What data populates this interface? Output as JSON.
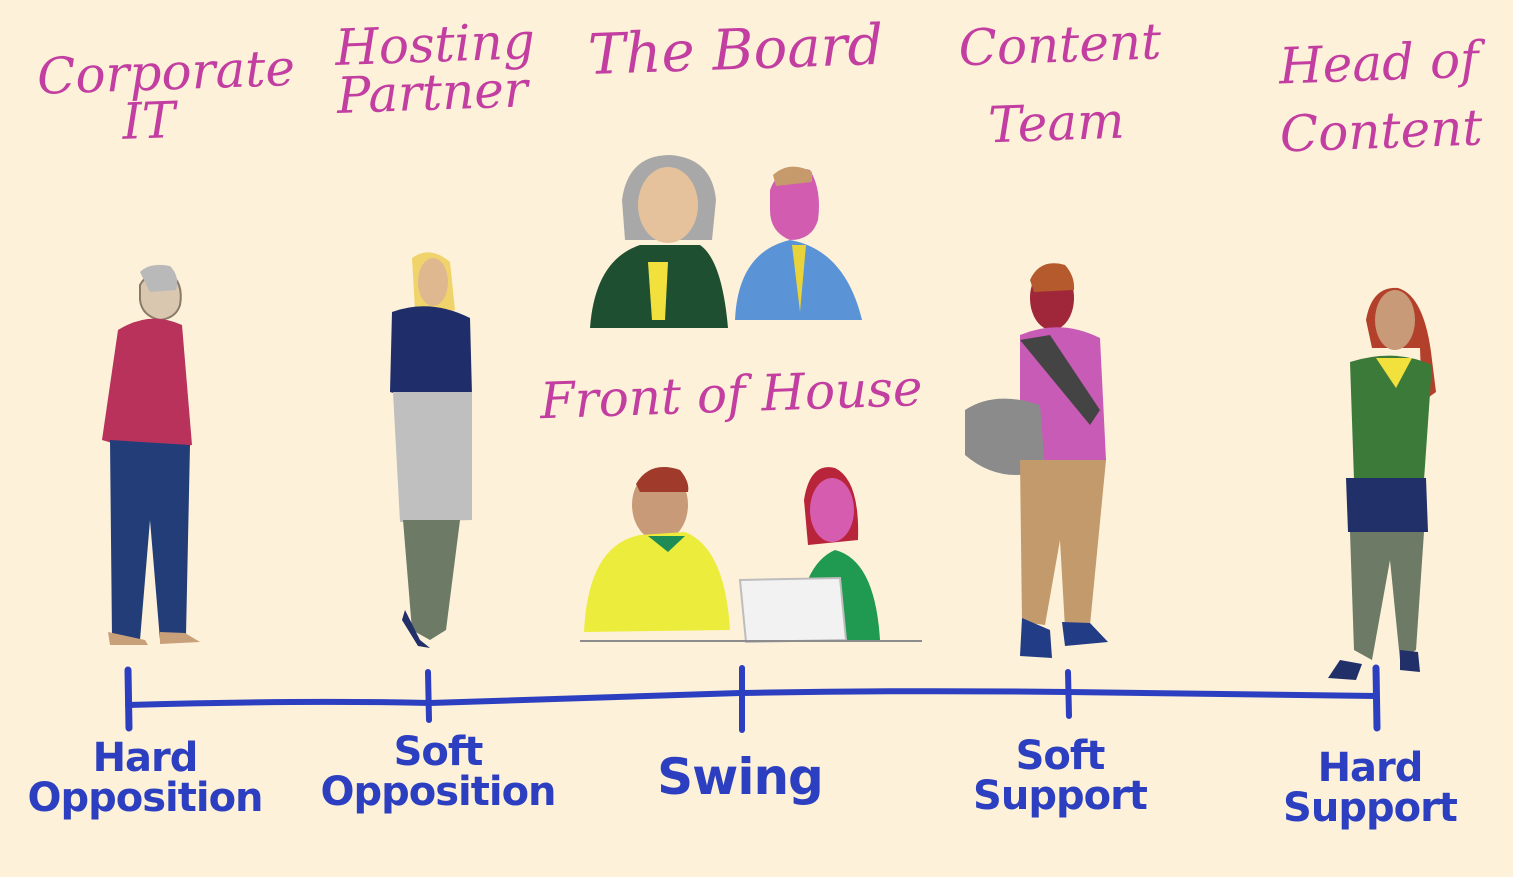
{
  "groups": {
    "corporate_it": [
      "Corporate",
      "IT"
    ],
    "hosting_partner": [
      "Hosting",
      "Partner"
    ],
    "the_board": "The Board",
    "content_team": [
      "Content",
      "Team"
    ],
    "head_of_content": [
      "Head of",
      "Content"
    ],
    "front_of_house": "Front of House"
  },
  "scale": {
    "ticks": [
      {
        "line1": "Hard",
        "line2": "Opposition"
      },
      {
        "line1": "Soft",
        "line2": "Opposition"
      },
      {
        "line1": "Swing",
        "line2": ""
      },
      {
        "line1": "Soft",
        "line2": "Support"
      },
      {
        "line1": "Hard",
        "line2": "Support"
      }
    ]
  },
  "colors": {
    "background": "#fdf1d9",
    "group_label": "#c23ea0",
    "scale": "#2c3fc0"
  }
}
